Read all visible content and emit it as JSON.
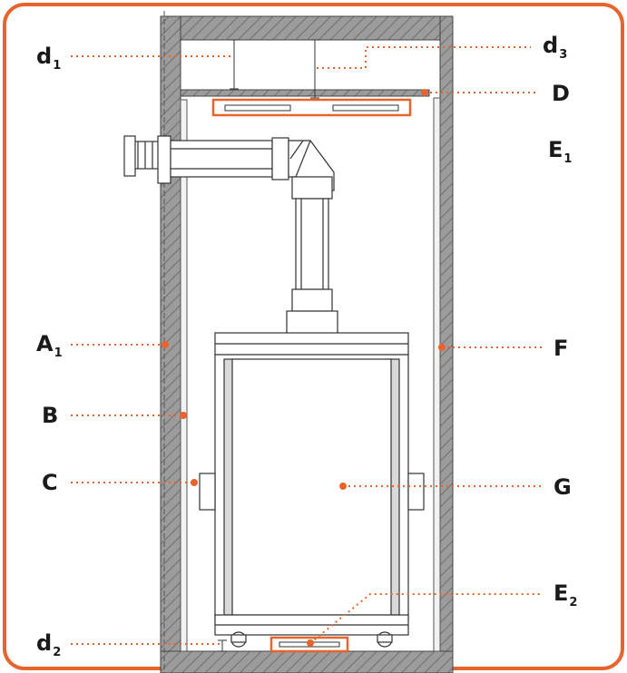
{
  "accent_color": "#e8642c",
  "labels": {
    "d1": {
      "main": "d",
      "sub": "1"
    },
    "d2": {
      "main": "d",
      "sub": "2"
    },
    "d3": {
      "main": "d",
      "sub": "3"
    },
    "D": {
      "main": "D",
      "sub": ""
    },
    "E1": {
      "main": "E",
      "sub": "1"
    },
    "E2": {
      "main": "E",
      "sub": "2"
    },
    "A1": {
      "main": "A",
      "sub": "1"
    },
    "B": {
      "main": "B",
      "sub": ""
    },
    "C": {
      "main": "C",
      "sub": ""
    },
    "F": {
      "main": "F",
      "sub": ""
    },
    "G": {
      "main": "G",
      "sub": ""
    }
  }
}
